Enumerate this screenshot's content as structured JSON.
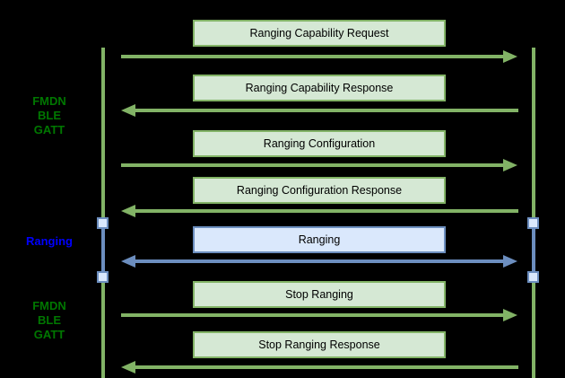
{
  "colors": {
    "bg": "#000000",
    "green_fill": "#d5e8d4",
    "green_stroke": "#82b366",
    "blue_fill": "#dae8fc",
    "blue_stroke": "#6c8ebf",
    "label_green": "#007700",
    "label_blue": "#0000ff",
    "text": "#000000"
  },
  "side_labels": {
    "fmdn_top": {
      "lines": [
        "FMDN",
        "BLE",
        "GATT"
      ]
    },
    "ranging": {
      "lines": [
        "Ranging"
      ]
    },
    "fmdn_bottom": {
      "lines": [
        "FMDN",
        "BLE",
        "GATT"
      ]
    }
  },
  "messages": [
    {
      "label": "Ranging Capability Request",
      "direction": "right",
      "style": "green"
    },
    {
      "label": "Ranging Capability Response",
      "direction": "left",
      "style": "green"
    },
    {
      "label": "Ranging Configuration",
      "direction": "right",
      "style": "green"
    },
    {
      "label": "Ranging Configuration Response",
      "direction": "left",
      "style": "green"
    },
    {
      "label": "Ranging",
      "direction": "both",
      "style": "blue"
    },
    {
      "label": "Stop Ranging",
      "direction": "right",
      "style": "green"
    },
    {
      "label": "Stop Ranging Response",
      "direction": "left",
      "style": "green"
    }
  ]
}
